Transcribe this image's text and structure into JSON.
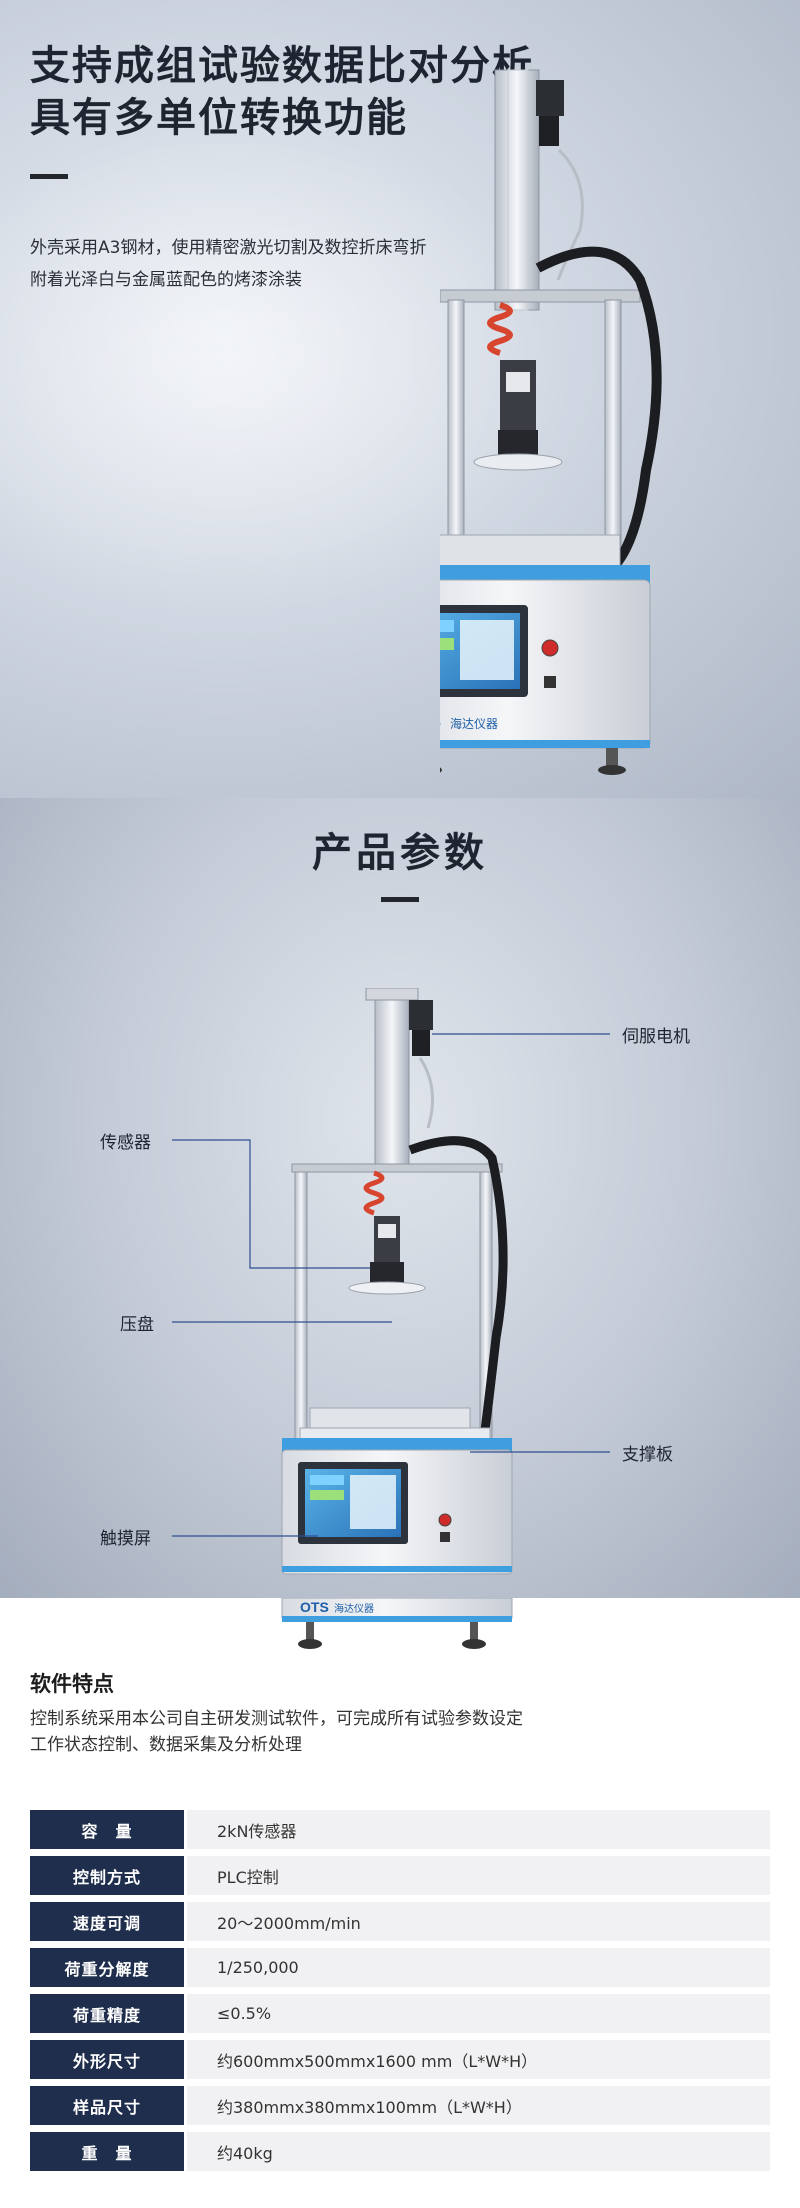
{
  "hero": {
    "title_lines": [
      "支持成组试验数据比对分析",
      "具有多单位转换功能"
    ],
    "desc_lines": [
      "外壳采用A3钢材，使用精密激光切割及数控折床弯折",
      "附着光泽白与金属蓝配色的烤漆涂装"
    ]
  },
  "machine": {
    "brand": "OTS",
    "brand_cn": "海达仪器"
  },
  "params": {
    "title": "产品参数",
    "callouts": {
      "motor": "伺服电机",
      "sensor": "传感器",
      "plate": "压盘",
      "support": "支撑板",
      "screen": "触摸屏"
    }
  },
  "software": {
    "title": "软件特点",
    "desc_lines": [
      "控制系统采用本公司自主研发测试软件，可完成所有试验参数设定",
      "工作状态控制、数据采集及分析处理"
    ]
  },
  "specs": [
    {
      "label": "容　量",
      "value": "2kN传感器"
    },
    {
      "label": "控制方式",
      "value": "PLC控制"
    },
    {
      "label": "速度可调",
      "value": "20～2000mm/min"
    },
    {
      "label": "荷重分解度",
      "value": "1/250,000"
    },
    {
      "label": "荷重精度",
      "value": "≤0.5%"
    },
    {
      "label": "外形尺寸",
      "value": "约600mmx500mmx1600 mm（L*W*H）"
    },
    {
      "label": "样品尺寸",
      "value": "约380mmx380mmx100mm（L*W*H）"
    },
    {
      "label": "重　量",
      "value": "约40kg"
    }
  ],
  "colors": {
    "navy": "#1f2e4d",
    "blue": "#2f8fd6",
    "cell": "#f1f1f3"
  }
}
